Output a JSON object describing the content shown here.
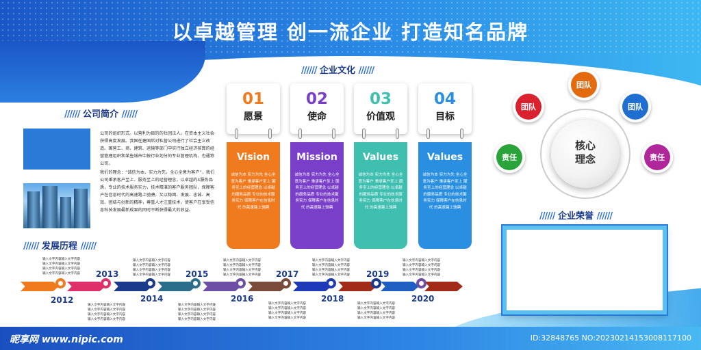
{
  "title": "以卓越管理 创一流企业 打造知名品牌",
  "sections": {
    "culture": "企业文化",
    "intro": "公司简介",
    "history": "发展历程",
    "honor": "企业荣誉",
    "slashes": "//////"
  },
  "intro": {
    "p1": "公司的组织形式。以营利为目的的社团法人。在资本主义社会获得高度发展。我国在建国后对私营公司进行了社会主义改造。国营工、商、建筑、运输等部门中实行独立经济核算的经营管理组织和某些城市中按行业划分的专业管理机构，也通称公司。",
    "p2": "我们的理念：“诚信为本、实力为先，全心全意为客户”，我们公司秉承客户至上、服务至上的经营理念，以卓越的4服务品质，专业的技术服务实力，技术精湛的客户服务团队，保障客户在信息时代的高速路上驰骋，又以稳固、发展、忠诚、高效、团结与创新的精神，尊重人才注重技术，使客户在享受信息科技发展最新成果的同时不断获得最大的收益。"
  },
  "cards": [
    {
      "num": "01",
      "label": "愿景",
      "en": "Vision",
      "color": "#f07a1e"
    },
    {
      "num": "02",
      "label": "使命",
      "en": "Mission",
      "color": "#7a3fc8"
    },
    {
      "num": "03",
      "label": "价值观",
      "en": "Values",
      "color": "#3fbfb0"
    },
    {
      "num": "04",
      "label": "目标",
      "en": "Values",
      "color": "#2a8fe0"
    }
  ],
  "card_desc": "诚信为本 实力为先 全心全意为客户 秉承客户至上 服务至上的经营理念 以卓越的服务品质 专业的技术服务实力 保障客户在信息时代 的高速路上驰骋",
  "core": {
    "line1": "核心",
    "line2": "理念"
  },
  "bubbles": [
    {
      "label": "团队",
      "color": "#d9212f"
    },
    {
      "label": "团队",
      "color": "#e46a10"
    },
    {
      "label": "团队",
      "color": "#1f6fd0"
    },
    {
      "label": "责任",
      "color": "#2aa33a"
    },
    {
      "label": "责任",
      "color": "#b0279c"
    }
  ],
  "years": [
    "2012",
    "2013",
    "2014",
    "2015",
    "2016",
    "2017",
    "2018",
    "2019",
    "2020"
  ],
  "tl_note": "输入文字内容输入文字内容",
  "footer": {
    "logo": "昵享网 www.nipic.com",
    "id": "ID:32848765 NO:20230214153008117100"
  }
}
